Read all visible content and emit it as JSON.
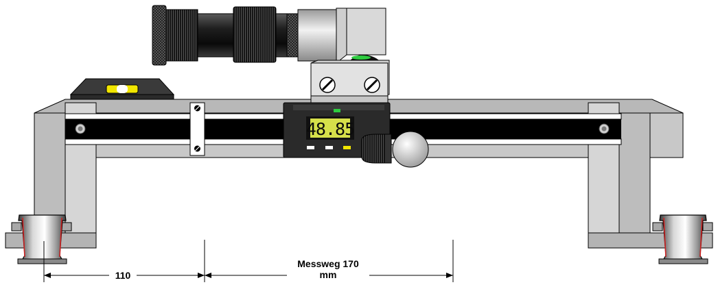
{
  "display": {
    "reading": "48.85"
  },
  "dimensions": {
    "left_span": {
      "value": "110"
    },
    "travel": {
      "line1": "Messweg 170",
      "line2": "mm"
    }
  },
  "colors": {
    "frame_gray": "#c8c8c8",
    "rail_black": "#000000",
    "lcd_background": "#d6e04a",
    "led_green": "#2ecc40",
    "button_yellow": "#f2e600",
    "lens_dark": "#2a2a2a",
    "bushing_red": "#cc2222"
  },
  "icons": [
    "spirit-level-icon",
    "camera-lens-icon",
    "screw-icon",
    "knurled-knob-icon",
    "round-knob-icon",
    "bushing-icon"
  ]
}
